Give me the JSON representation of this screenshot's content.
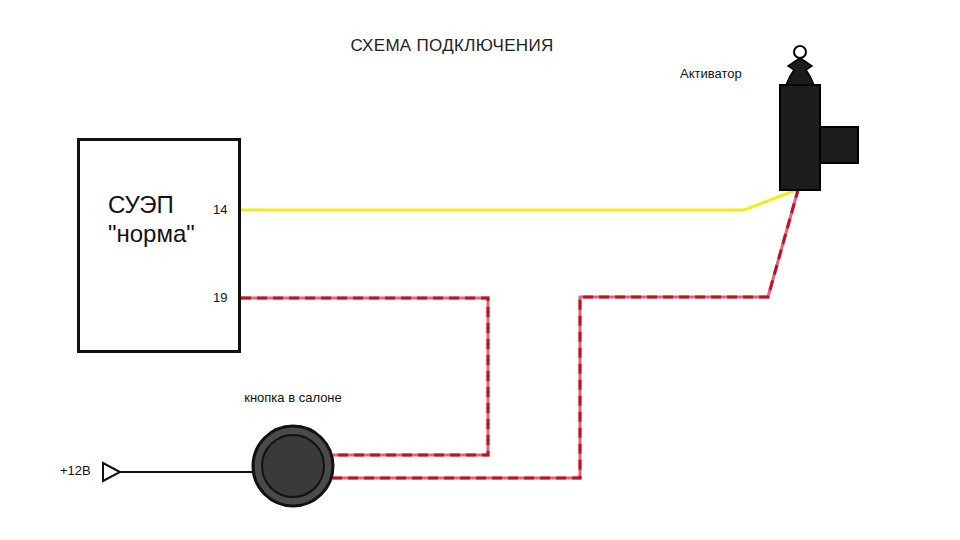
{
  "diagram": {
    "title": "СХЕМА ПОДКЛЮЧЕНИЯ",
    "nodes": [
      {
        "text": [
          "СУЭП \"норма\""
        ]
      },
      {
        "text": [
          "Активатор"
        ]
      },
      {
        "text": [
          "кнопка в салоне"
        ]
      }
    ],
    "edges": [
      {
        "from": 0,
        "to": 1,
        "arrow": "none"
      },
      {
        "from": 0,
        "to": 2,
        "arrow": "none"
      },
      {
        "from": 2,
        "to": 1,
        "arrow": "none"
      }
    ],
    "labels": [
      "14",
      "19",
      "+12В"
    ]
  }
}
